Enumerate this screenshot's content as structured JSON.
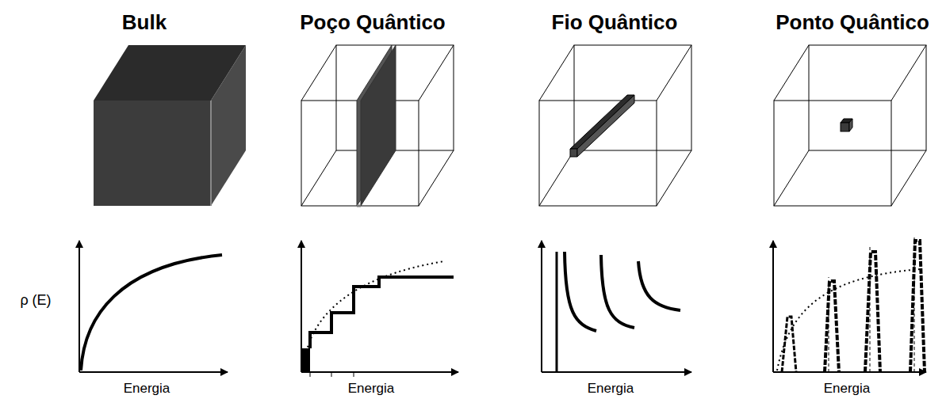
{
  "diagram": {
    "labels": [
      "Bulk",
      "Poço Quântico",
      "Fio Quântico",
      "Ponto Quântico",
      "ρ (E)",
      "Energia",
      "Energia",
      "Energia",
      "Energia"
    ]
  }
}
